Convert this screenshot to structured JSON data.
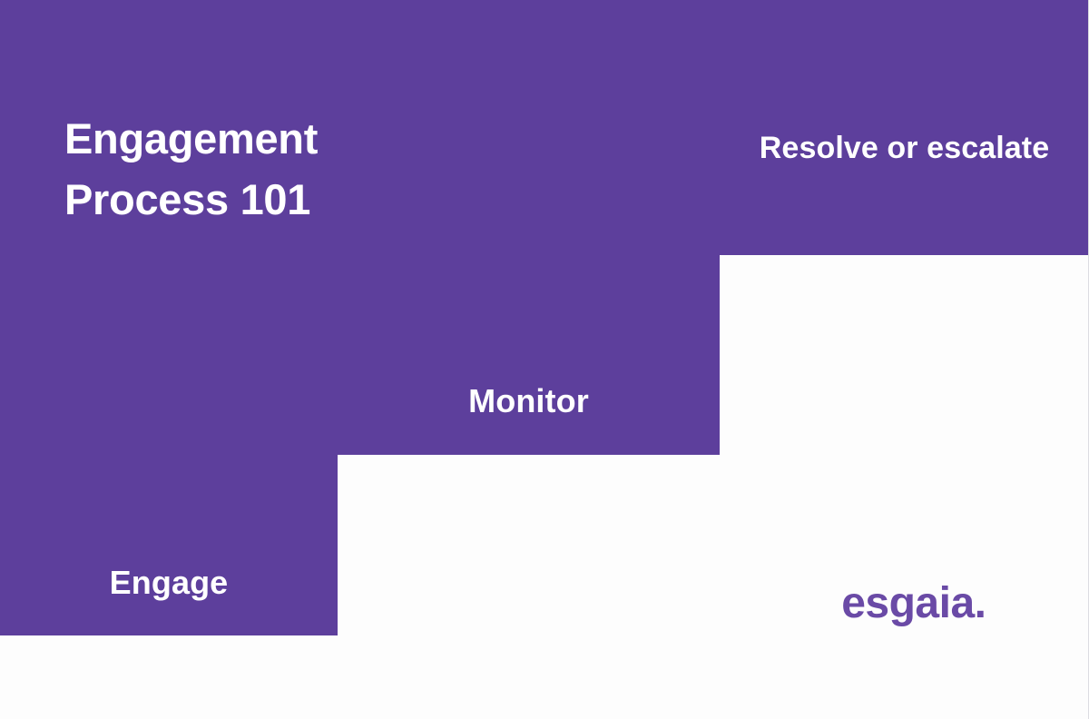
{
  "slide": {
    "title_lines": [
      "Engagement",
      "Process 101"
    ],
    "background_color": "#fdfdfd",
    "accent_color": "#5d3f9c",
    "text_color": "#ffffff"
  },
  "steps": [
    {
      "id": "engage",
      "label": "Engage",
      "order": 1
    },
    {
      "id": "monitor",
      "label": "Monitor",
      "order": 2
    },
    {
      "id": "resolve",
      "label": "Resolve or escalate",
      "order": 3
    }
  ],
  "brand": {
    "word": "esgaia",
    "dot": ".",
    "color": "#6a4aa6"
  }
}
